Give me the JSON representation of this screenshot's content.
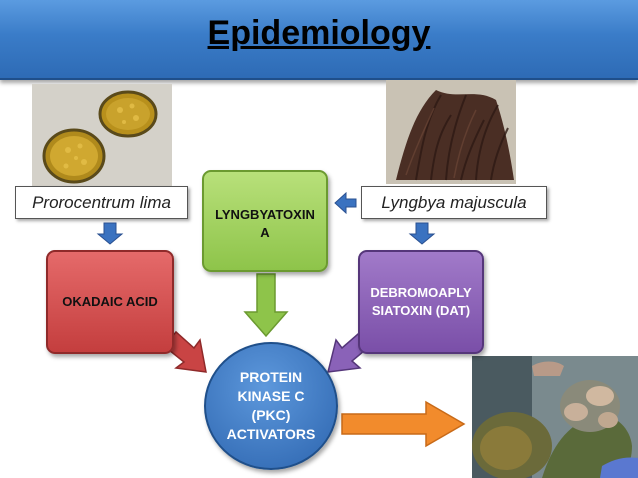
{
  "title": "Epidemiology",
  "labels": {
    "left_organism": "Prorocentrum lima",
    "right_organism": "Lyngbya majuscula"
  },
  "nodes": {
    "lyngbyatoxin": "LYNGBYATOXIN A",
    "okadaic": "OKADAIC ACID",
    "debromo": "DEBROMOAPLY SIATOXIN (DAT)",
    "pkc": "PROTEIN KINASE C (PKC) ACTIVATORS"
  },
  "colors": {
    "title_bar": "#3a7cc8",
    "lyngbyatoxin": "#8ec44a",
    "okadaic": "#c43e3e",
    "debromo": "#7a4fa8",
    "pkc": "#2c64ae",
    "arrow_blue": "#3a72c0",
    "arrow_green": "#8ec44a",
    "arrow_red": "#c94444",
    "arrow_purple": "#8a62b8",
    "arrow_orange": "#f28b2c"
  },
  "images": {
    "left_photo": "prorocentrum-cells-micrograph",
    "right_photo": "lyngbya-seaweed-photo",
    "bottom_photo": "sea-turtle-with-tumors-photo"
  }
}
